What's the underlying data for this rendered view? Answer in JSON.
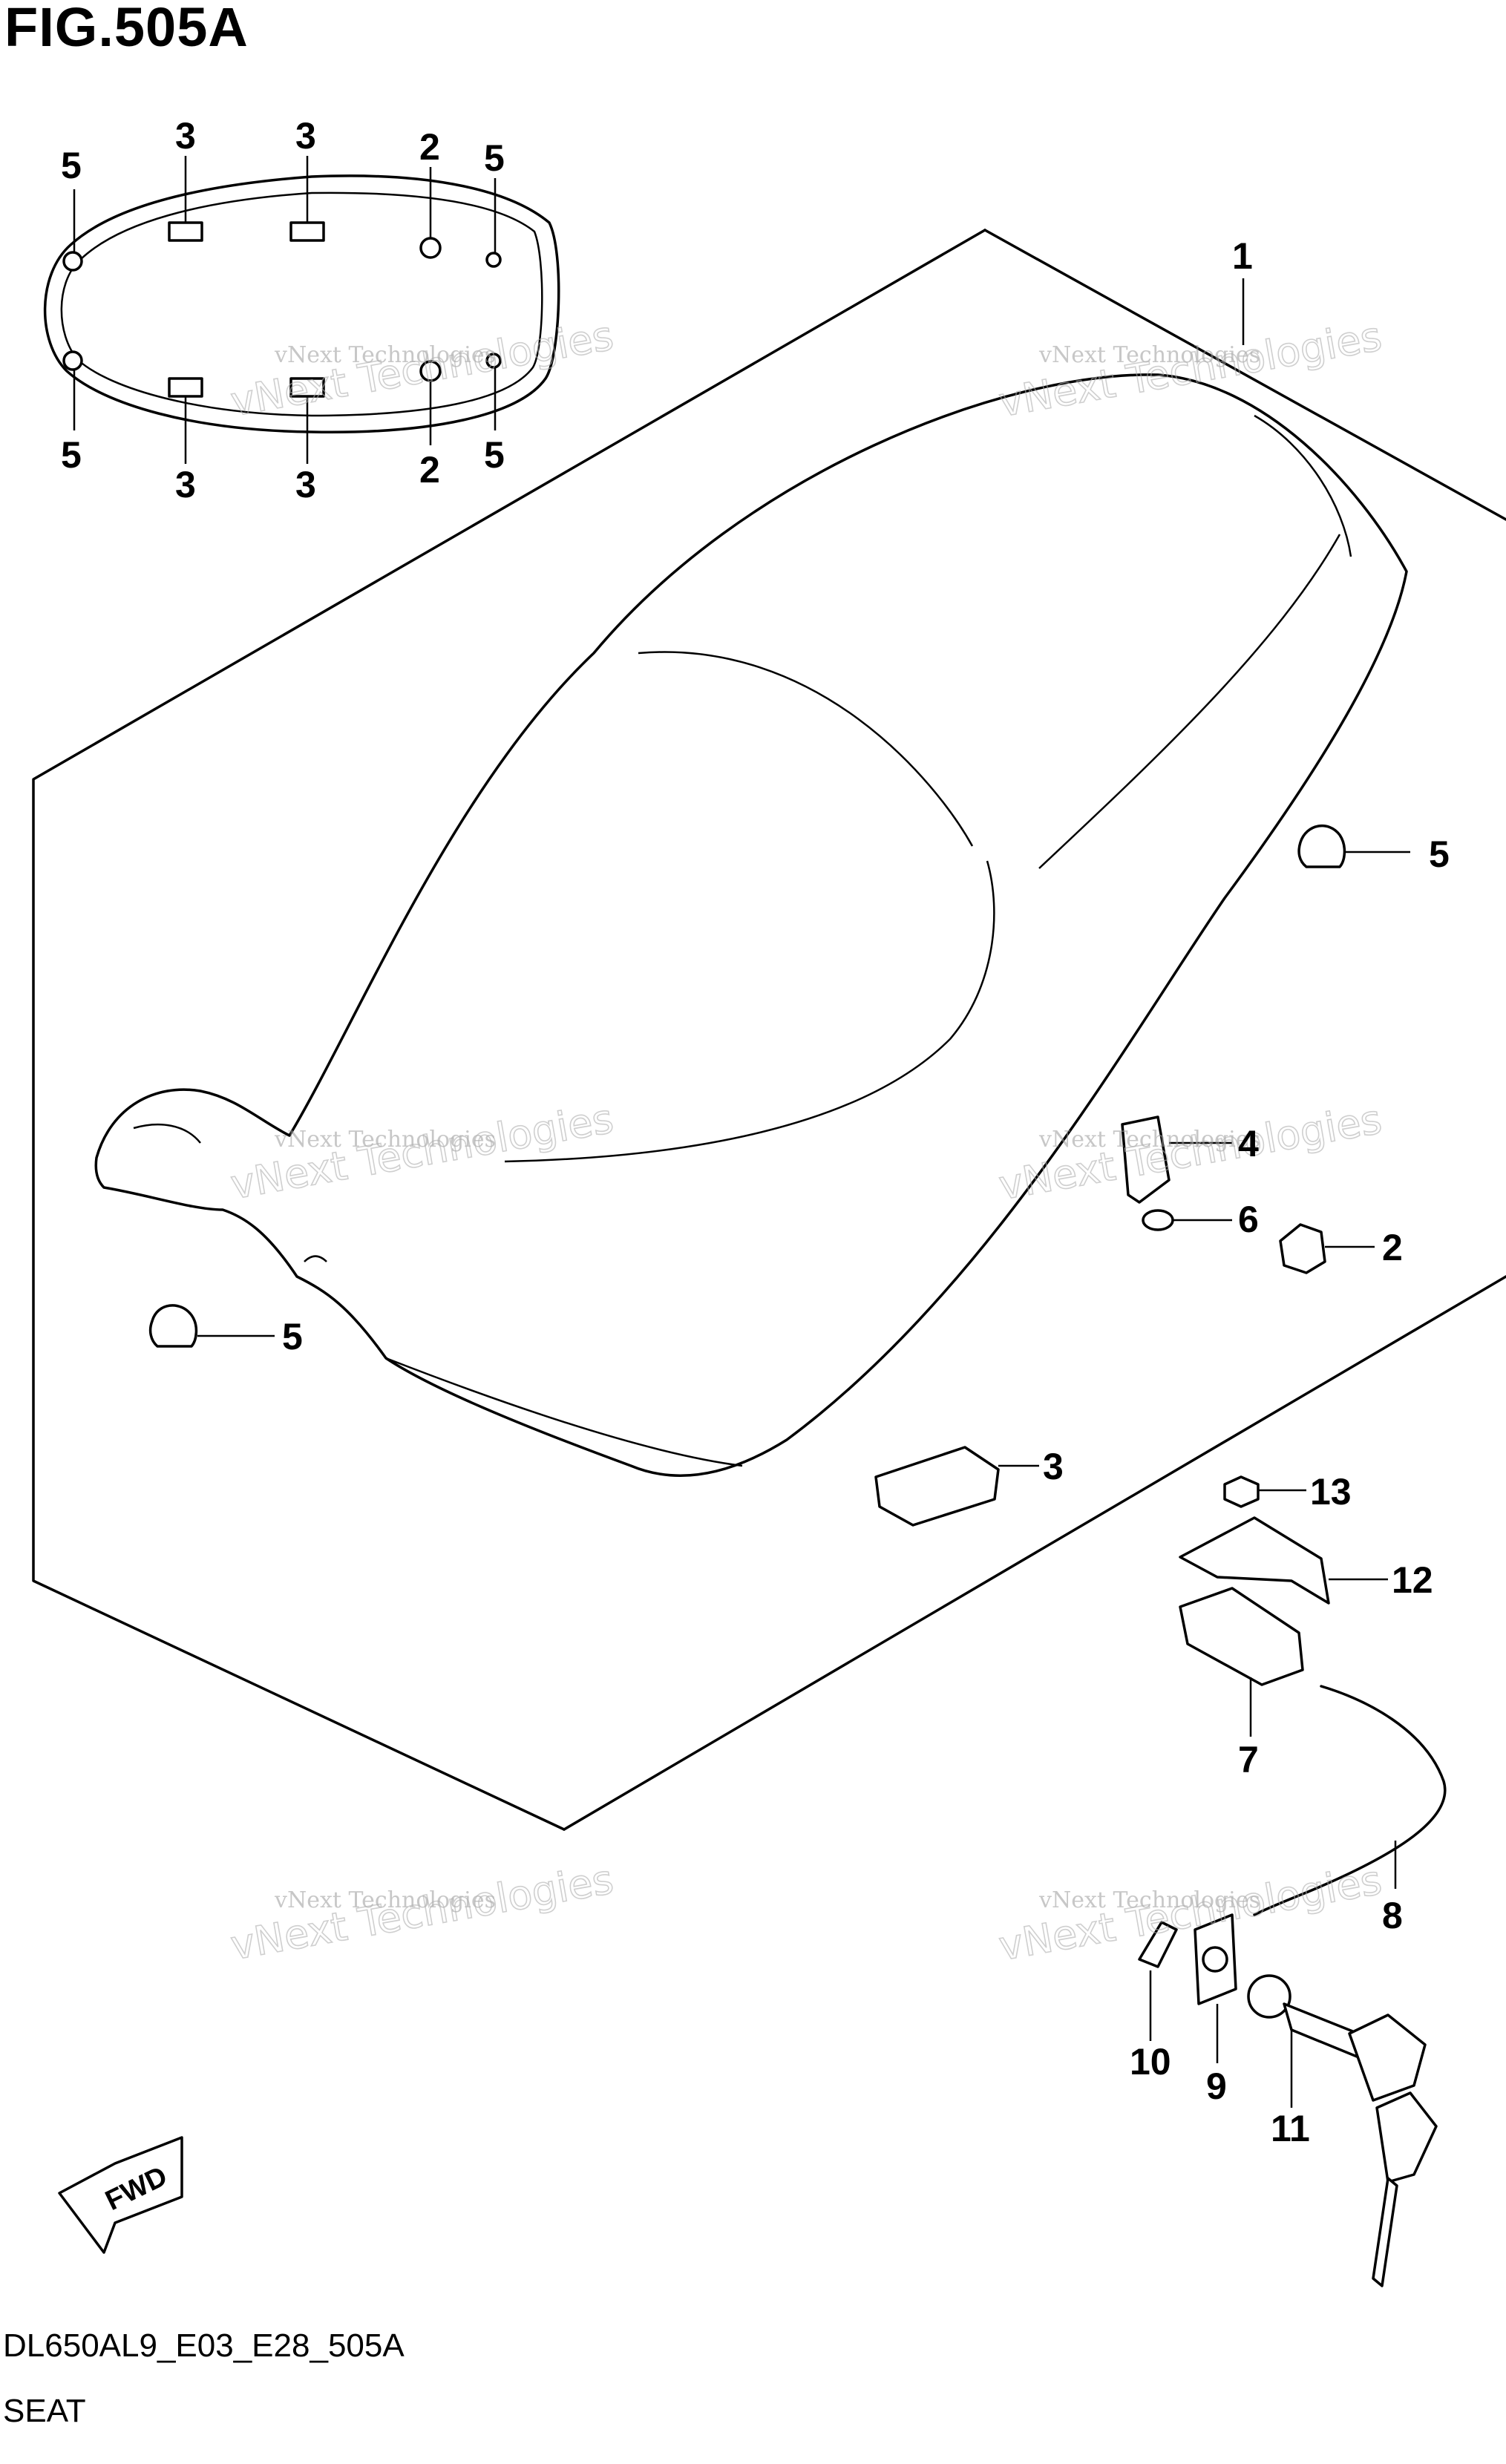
{
  "header": {
    "title": "FIG.505A"
  },
  "footer": {
    "code": "DL650AL9_E03_E28_505A",
    "name": "SEAT"
  },
  "watermark": {
    "line1": "vNext Technologies",
    "line2": "vNext Technologies"
  },
  "fwd_label": "FWD",
  "callouts": {
    "inset_3a": "3",
    "inset_3b": "3",
    "inset_2a": "2",
    "inset_5a": "5",
    "inset_5b": "5",
    "inset_5c": "5",
    "inset_3c": "3",
    "inset_3d": "3",
    "inset_2b": "2",
    "inset_5d": "5",
    "p1": "1",
    "p5a": "5",
    "p4": "4",
    "p6": "6",
    "p2": "2",
    "p5b": "5",
    "p3": "3",
    "p13": "13",
    "p12": "12",
    "p7": "7",
    "p8": "8",
    "p10": "10",
    "p9": "9",
    "p11": "11"
  }
}
